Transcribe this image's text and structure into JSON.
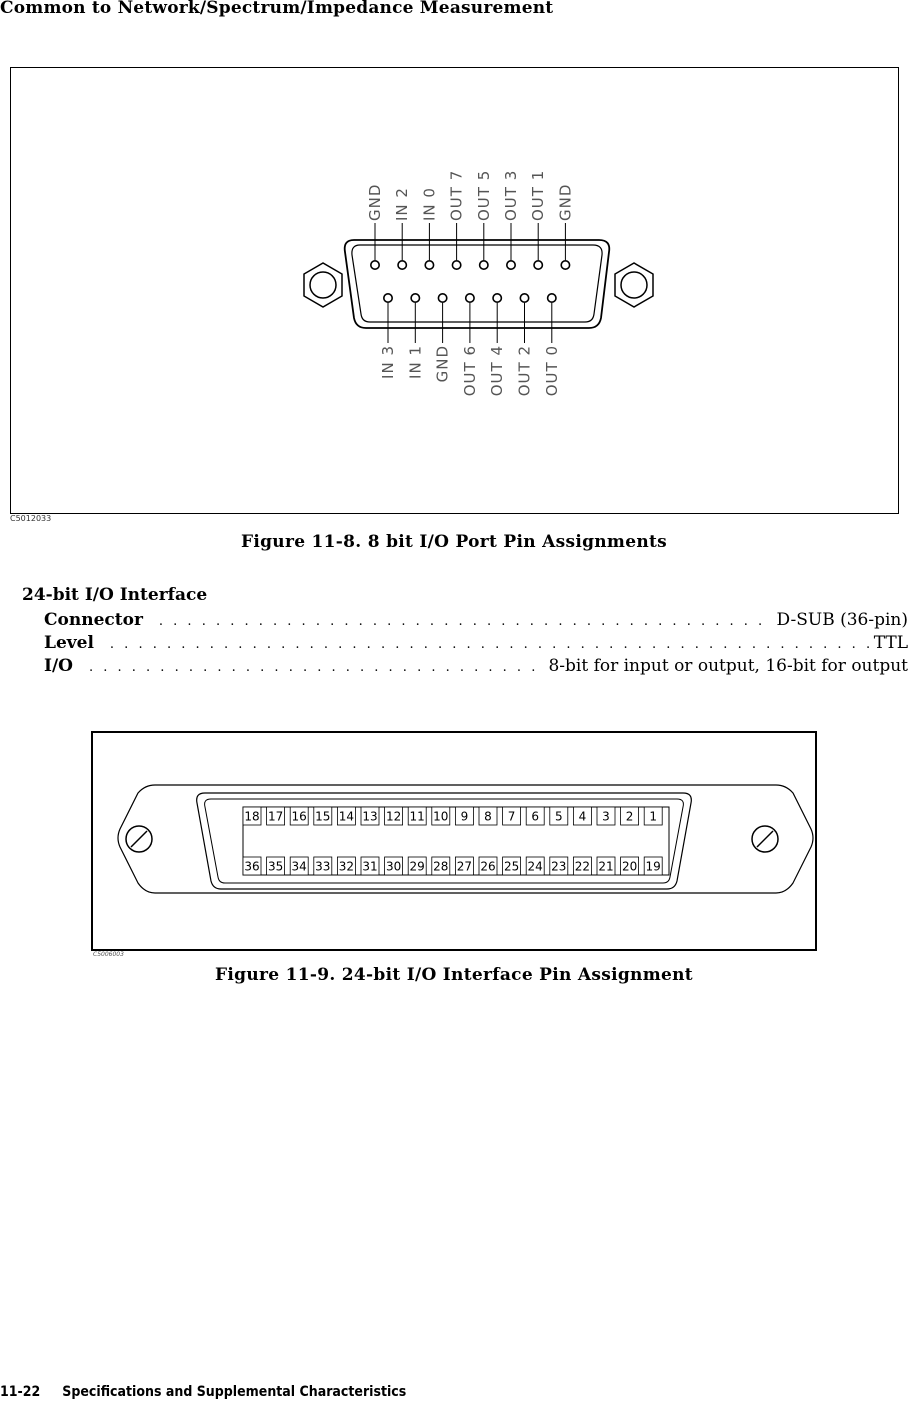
{
  "running_head": "Common to Network/Spectrum/Impedance Measurement",
  "figure8": {
    "art_code": "C5012033",
    "caption": "Figure 11-8. 8 bit I/O Port Pin Assignments",
    "top_pins": [
      "GND",
      "IN 2",
      "IN 0",
      "OUT 7",
      "OUT 5",
      "OUT 3",
      "OUT 1",
      "GND"
    ],
    "bottom_pins": [
      "IN 3",
      "IN 1",
      "GND",
      "OUT 6",
      "OUT 4",
      "OUT 2",
      "OUT 0"
    ]
  },
  "section": {
    "title": "24-bit I/O Interface",
    "specs": [
      {
        "label": "Connector",
        "value": "D-SUB (36-pin)"
      },
      {
        "label": "Level",
        "value": "TTL"
      },
      {
        "label": "I/O",
        "value": "8-bit for input or output, 16-bit for output"
      }
    ]
  },
  "figure9": {
    "art_code": "C5006003",
    "caption": "Figure 11-9. 24-bit I/O Interface Pin Assignment",
    "top_row": [
      "18",
      "17",
      "16",
      "15",
      "14",
      "13",
      "12",
      "11",
      "10",
      "9",
      "8",
      "7",
      "6",
      "5",
      "4",
      "3",
      "2",
      "1"
    ],
    "bottom_row": [
      "36",
      "35",
      "34",
      "33",
      "32",
      "31",
      "30",
      "29",
      "28",
      "27",
      "26",
      "25",
      "24",
      "23",
      "22",
      "21",
      "20",
      "19"
    ]
  },
  "footer": {
    "page_number": "11-22",
    "chapter_title": "Specifications and Supplemental Characteristics"
  }
}
